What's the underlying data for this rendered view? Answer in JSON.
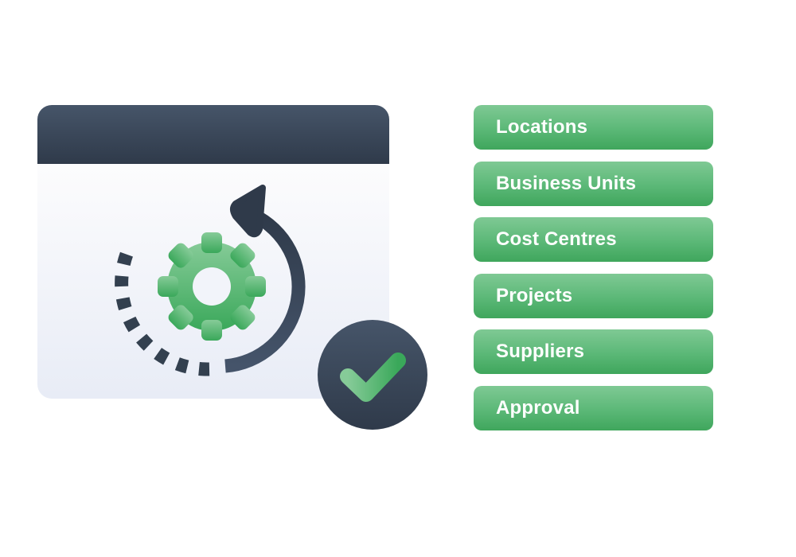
{
  "illustration": {
    "window": {
      "titlebar_color": "#3a4658",
      "body_color": "#eef1f8"
    },
    "gear_icon": {
      "color": "#5bb877"
    },
    "refresh_arrow": {
      "color": "#33404f"
    },
    "check_badge": {
      "circle_color": "#37424f",
      "check_color": "#5bb877"
    }
  },
  "items": [
    {
      "label": "Locations"
    },
    {
      "label": "Business Units"
    },
    {
      "label": "Cost Centres"
    },
    {
      "label": "Projects"
    },
    {
      "label": "Suppliers"
    },
    {
      "label": "Approval"
    }
  ],
  "colors": {
    "accent_green": "#4fb26c",
    "dark_slate": "#37424f"
  }
}
